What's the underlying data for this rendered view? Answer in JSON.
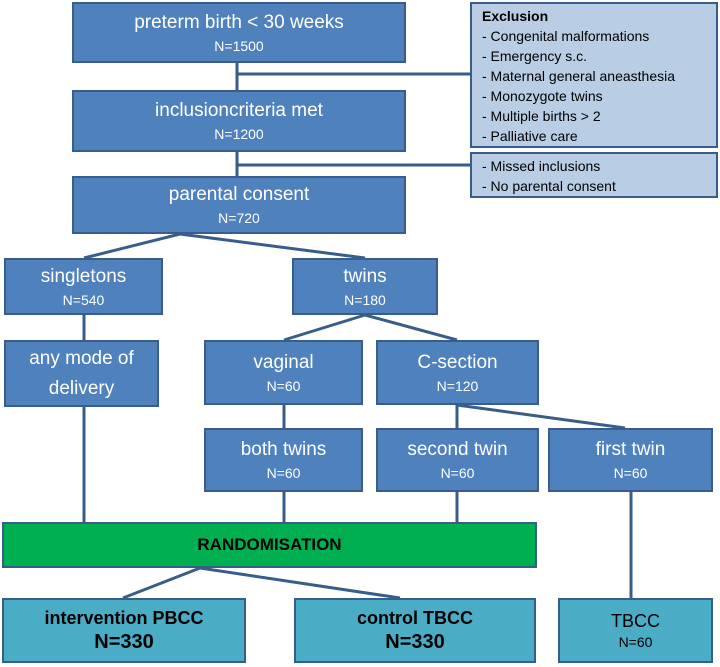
{
  "nodes": {
    "preterm": {
      "title": "preterm birth < 30 weeks",
      "n": "N=1500"
    },
    "inclusion": {
      "title": "inclusioncriteria met",
      "n": "N=1200"
    },
    "consent": {
      "title": "parental consent",
      "n": "N=720"
    },
    "singletons": {
      "title": "singletons",
      "n": "N=540"
    },
    "twins": {
      "title": "twins",
      "n": "N=180"
    },
    "any_mode": {
      "line1": "any mode of",
      "line2": "delivery"
    },
    "vaginal": {
      "title": "vaginal",
      "n": "N=60"
    },
    "csection": {
      "title": "C-section",
      "n": "N=120"
    },
    "both_twins": {
      "title": "both twins",
      "n": "N=60"
    },
    "second_twin": {
      "title": "second twin",
      "n": "N=60"
    },
    "first_twin": {
      "title": "first twin",
      "n": "N=60"
    },
    "randomisation": {
      "title": "RANDOMISATION"
    },
    "intervention": {
      "title": "intervention PBCC",
      "n": "N=330"
    },
    "control": {
      "title": "control TBCC",
      "n": "N=330"
    },
    "tbcc": {
      "title": "TBCC",
      "n": "N=60"
    }
  },
  "exclusion": {
    "heading": "Exclusion",
    "items": [
      "- Congenital malformations",
      "- Emergency s.c.",
      "- Maternal general aneasthesia",
      "- Monozygote twins",
      "- Multiple births > 2",
      "- Palliative care"
    ]
  },
  "missed": {
    "items": [
      "- Missed inclusions",
      "- No parental consent"
    ]
  },
  "colors": {
    "box": "#4f81bd",
    "border": "#385d8a",
    "exclusion_fill": "#b9cde5",
    "randomisation": "#00b050",
    "outcome": "#4bacc6"
  }
}
